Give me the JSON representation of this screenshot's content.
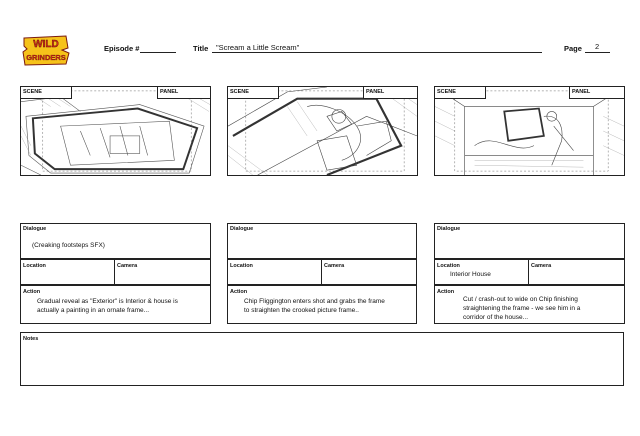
{
  "header": {
    "logo_text": [
      "WILD",
      "GRINDERS"
    ],
    "episode_label": "Episode #",
    "episode_value": "",
    "title_label": "Title",
    "title_value": "\"Scream a Little Scream\"",
    "page_label": "Page",
    "page_value": "2"
  },
  "panel_labels": {
    "scene": "SCENE",
    "panel": "PANEL"
  },
  "field_labels": {
    "dialogue": "Dialogue",
    "location": "Location",
    "camera": "Camera",
    "action": "Action",
    "notes": "Notes"
  },
  "panels": [
    {
      "dialogue": "(Creaking footsteps SFX)",
      "location": "",
      "camera": "",
      "action": [
        "Gradual reveal as \"Exterior\" is Interior & house is",
        "actually a painting in an ornate frame..."
      ]
    },
    {
      "dialogue": "",
      "location": "",
      "camera": "",
      "action": [
        "Chip Fliggington enters shot and grabs the frame",
        "to straighten the crooked picture frame.."
      ]
    },
    {
      "dialogue": "",
      "location": "Interior House",
      "camera": "",
      "action": [
        "Cut / crash-out to wide on Chip finishing",
        "straightening the frame - we see him in a",
        "corridor of the house..."
      ]
    }
  ],
  "notes": "",
  "colors": {
    "logo_red": "#d42a1c",
    "logo_yellow": "#f6c21a",
    "ink": "#222222"
  }
}
